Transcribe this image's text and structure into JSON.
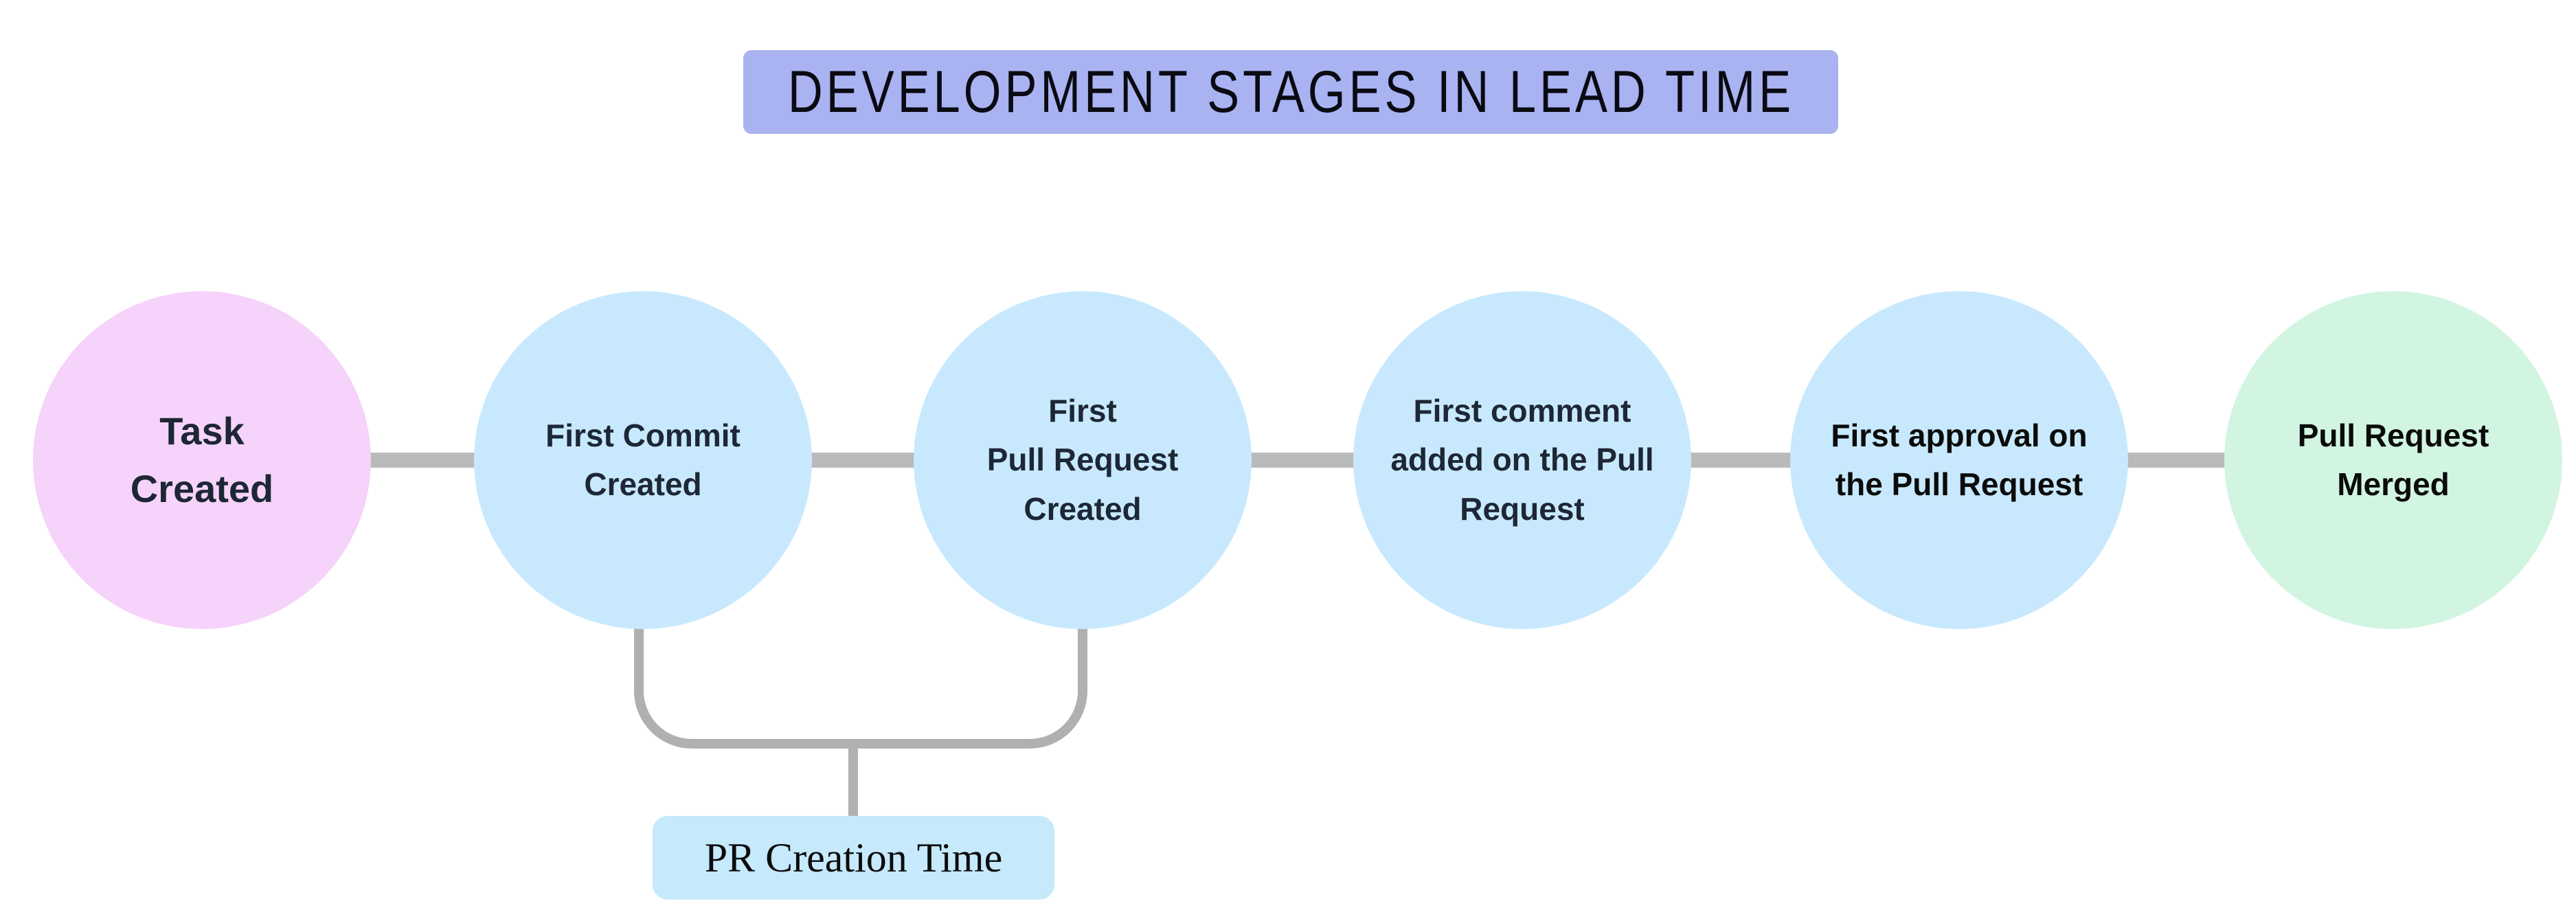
{
  "page": {
    "background": "#ffffff"
  },
  "title": {
    "text": "DEVELOPMENT STAGES IN LEAD TIME",
    "bg": "#a9b3f1",
    "text_color": "#0a0a12"
  },
  "diagram": {
    "connector_color": "#bababa",
    "nodes": [
      {
        "id": "task-created",
        "label": "Task\nCreated",
        "fill": "#f6d3fa",
        "text_color": "#1d2735"
      },
      {
        "id": "first-commit",
        "label": "First Commit\nCreated",
        "fill": "#c8e9fd",
        "text_color": "#1d2735"
      },
      {
        "id": "first-pull-request",
        "label": "First\nPull Request\nCreated",
        "fill": "#c8e9fd",
        "text_color": "#1d2735"
      },
      {
        "id": "first-comment",
        "label": "First comment\nadded on the Pull\nRequest",
        "fill": "#c8e9fd",
        "text_color": "#1d2735"
      },
      {
        "id": "first-approval",
        "label": "First approval on\nthe Pull Request",
        "fill": "#c8e9fd",
        "text_color": "#0b0b0b"
      },
      {
        "id": "pull-request-merged",
        "label": "Pull Request\nMerged",
        "fill": "#d2f5e1",
        "text_color": "#0b0b0b"
      }
    ],
    "bracket": {
      "line_color": "#b0b0b0",
      "label": "PR Creation Time",
      "label_bg": "#c6e9fc",
      "label_text_color": "#0c0c0c"
    }
  }
}
